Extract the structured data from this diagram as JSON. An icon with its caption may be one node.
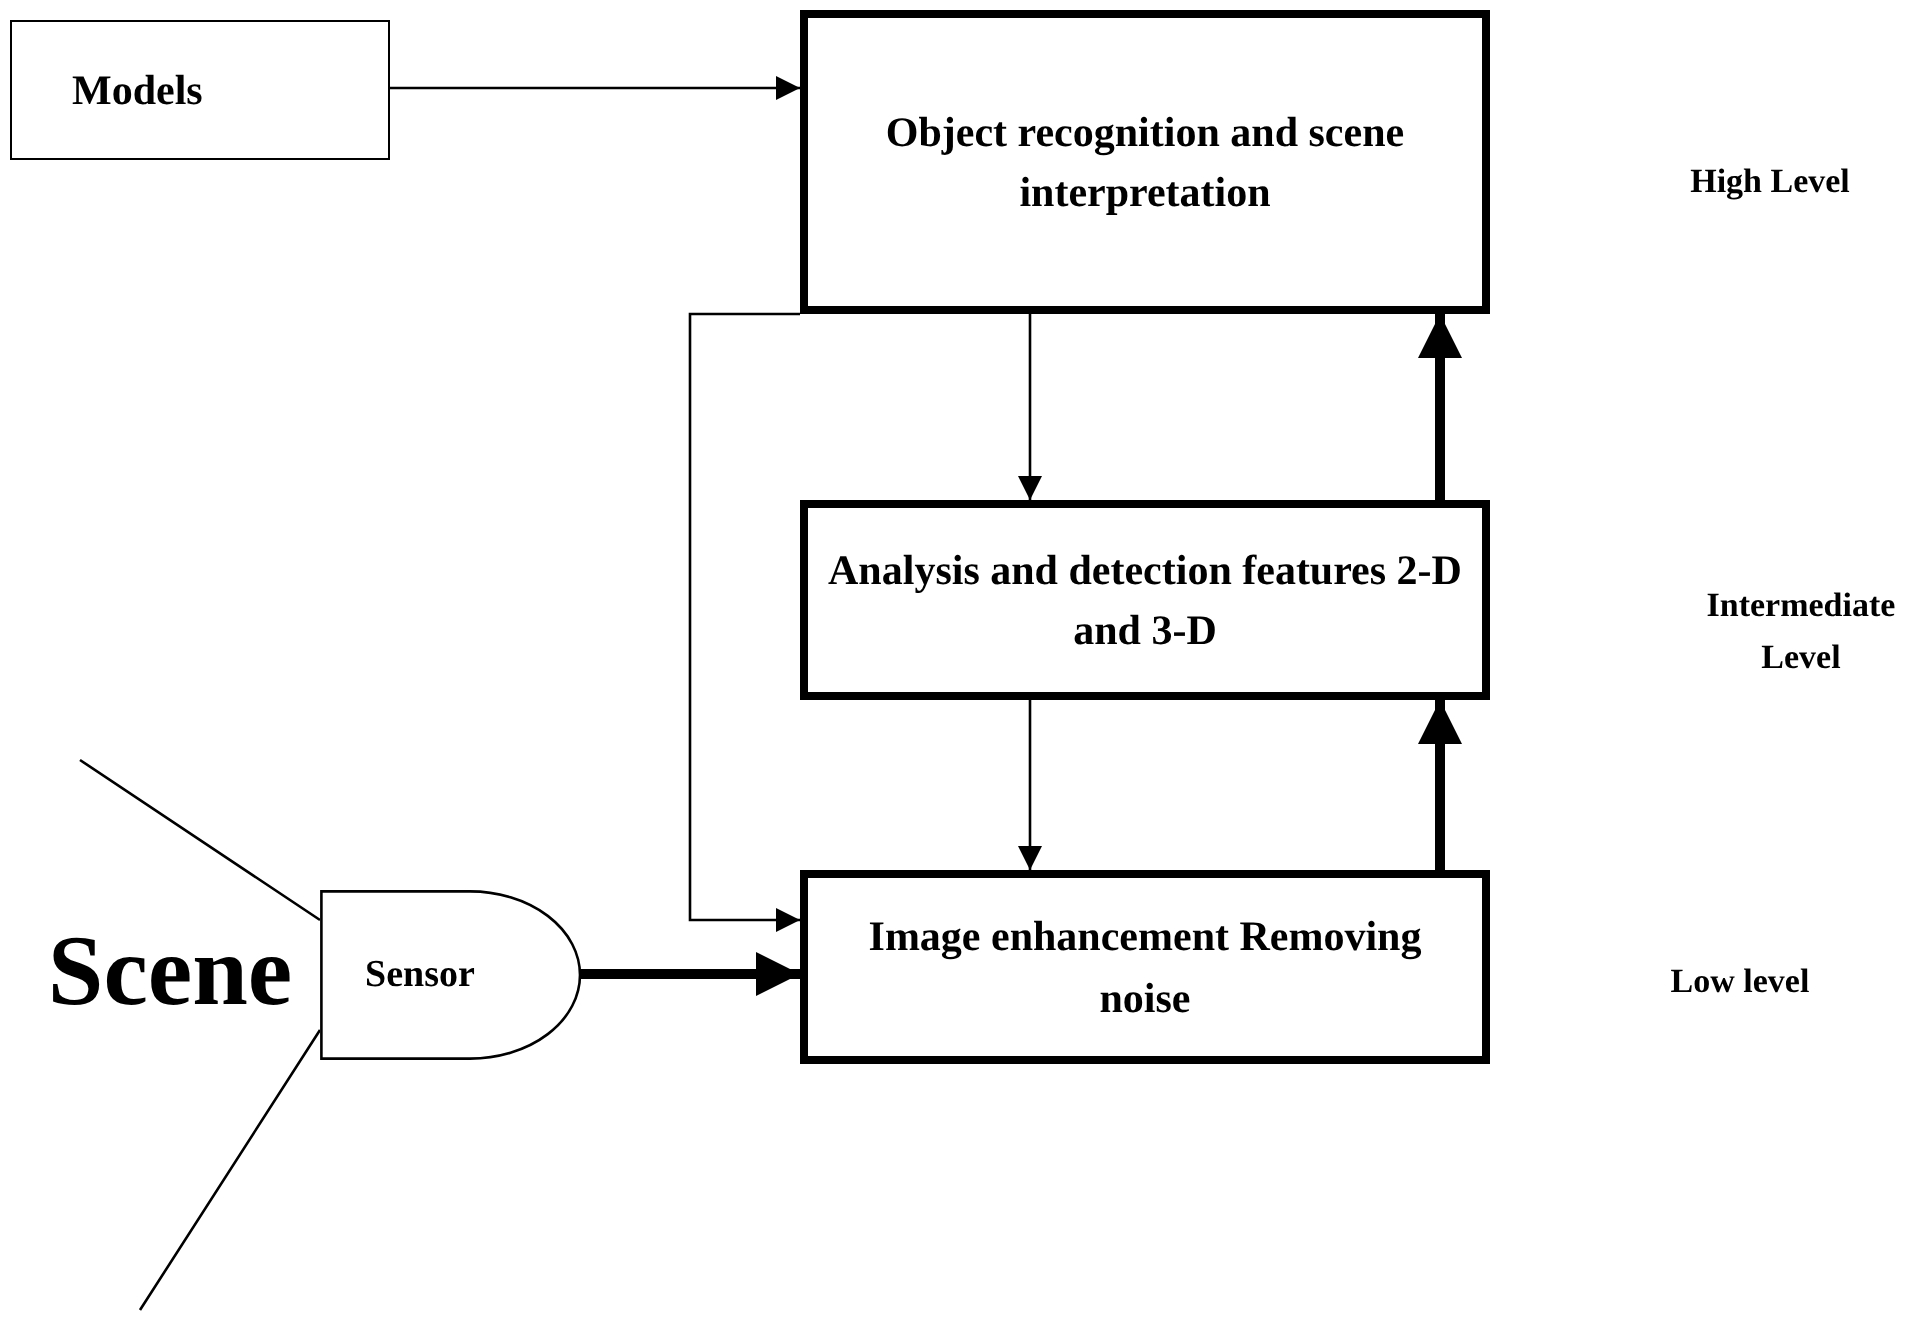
{
  "diagram": {
    "nodes": [
      {
        "text": [
          "Models"
        ]
      },
      {
        "text": [
          "Object recognition and scene interpretation"
        ]
      },
      {
        "text": [
          "Analysis and detection features 2-D and 3-D"
        ]
      },
      {
        "text": [
          "Image enhancement Removing noise"
        ]
      },
      {
        "text": [
          "Sensor"
        ]
      }
    ],
    "edges": [
      {
        "from": 0,
        "to": 1,
        "arrow": "to"
      },
      {
        "from": 1,
        "to": 2,
        "arrow": "to"
      },
      {
        "from": 2,
        "to": 1,
        "arrow": "to",
        "style": "thick"
      },
      {
        "from": 2,
        "to": 3,
        "arrow": "to"
      },
      {
        "from": 3,
        "to": 2,
        "arrow": "to",
        "style": "thick"
      },
      {
        "from": 1,
        "to": 3,
        "arrow": "to"
      },
      {
        "from": 4,
        "to": 3,
        "arrow": "to",
        "style": "thick"
      }
    ],
    "labels": [
      "High Level",
      "Intermediate Level",
      "Low level",
      "Scene"
    ]
  }
}
